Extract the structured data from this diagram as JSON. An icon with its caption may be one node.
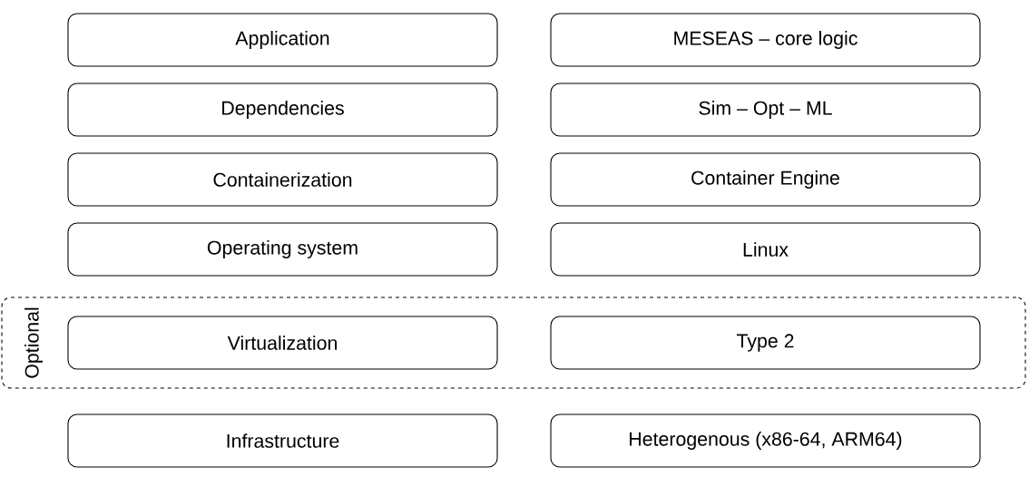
{
  "diagram": {
    "nodes": [
      {
        "text": [
          "Application"
        ]
      },
      {
        "text": [
          "MESEAS – core logic"
        ]
      },
      {
        "text": [
          "Dependencies"
        ]
      },
      {
        "text": [
          "Sim – Opt – ML"
        ]
      },
      {
        "text": [
          "Containerization"
        ]
      },
      {
        "text": [
          "Container Engine"
        ]
      },
      {
        "text": [
          "Operating system"
        ]
      },
      {
        "text": [
          "Linux"
        ]
      },
      {
        "text": [
          "Optional"
        ]
      },
      {
        "text": [
          "Virtualization"
        ],
        "in": 8
      },
      {
        "text": [
          "Type 2"
        ],
        "in": 8
      },
      {
        "text": [
          "Infrastructure"
        ]
      },
      {
        "text": [
          "Heterogenous (x86-64, ARM64)"
        ]
      }
    ]
  }
}
